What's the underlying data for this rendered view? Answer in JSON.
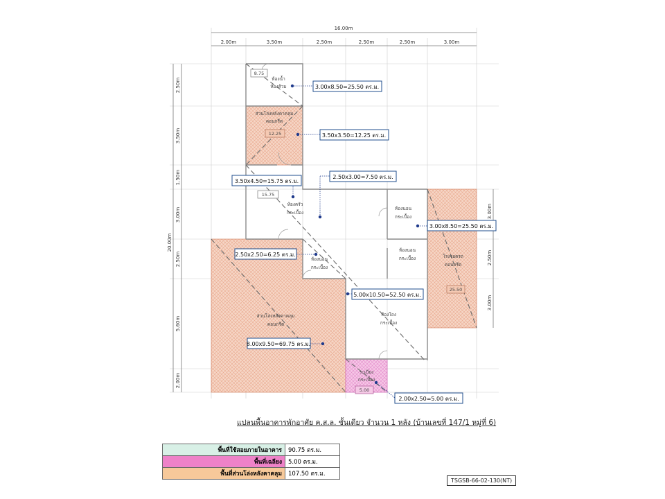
{
  "colors": {
    "grid": "#c9c9c9",
    "wall": "#8a8a8a",
    "hatch_orange": "#f3c7b2",
    "hatch_pink": "#f2a4d6",
    "box_border": "#1f4e8c",
    "dot": "#1f3a8c",
    "summary_green": "#d8f0e6",
    "summary_pink": "#ee82c8",
    "summary_orange": "#f7c99a"
  },
  "dimensions": {
    "total_width": "16.00m",
    "top": [
      "2.00m",
      "3.50m",
      "2.50m",
      "2.50m",
      "2.50m",
      "3.00m"
    ],
    "total_height": "20.00m",
    "left": [
      "2.50m",
      "3.50m",
      "1.50m",
      "3.00m",
      "2.50m",
      "5.60m",
      "2.00m"
    ],
    "right": [
      "3.00m",
      "2.50m",
      "3.00m"
    ]
  },
  "rooms": {
    "bathroom": [
      "ห้องน้ำ",
      "ห้องส้วม"
    ],
    "roof_small": [
      "ส่วนโล่งหลังคาคลุม",
      "คอนกรีต"
    ],
    "bed1": [
      "ห้องครัว",
      "กระเบื้อง"
    ],
    "bed2": [
      "ห้องนอน",
      "กระเบื้อง"
    ],
    "bed3": [
      "ห้องนอน",
      "กระเบื้อง"
    ],
    "bed4": [
      "ห้องนอน",
      "กระเบื้อง"
    ],
    "roof_right": [
      "โรงจอดรถ",
      "คอนกรีต"
    ],
    "roof_big": [
      "ส่วนโล่งหลังคาคลุม",
      "คอนกรีต"
    ],
    "living": [
      "ห้องโถง",
      "กระเบื้อง"
    ],
    "terrace": [
      "ระเบียง",
      "กระเบื้อง"
    ]
  },
  "area_tags": {
    "t1": "8.75",
    "t2": "12.25",
    "t3": "15.75",
    "t4": "25.50",
    "t5": "5.00"
  },
  "calcs": {
    "c1": "3.00x8.50=25.50 ตร.ม.",
    "c2": "3.50x3.50=12.25 ตร.ม.",
    "c3": "2.50x3.00=7.50 ตร.ม.",
    "c4": "3.50x4.50=15.75 ตร.ม.",
    "c5": "3.00x8.50=25.50 ตร.ม.",
    "c6": "2.50x2.50=6.25 ตร.ม.",
    "c7": "5.00x10.50=52.50 ตร.ม.",
    "c8": "8.00x9.50=69.75 ตร.ม.",
    "c9": "2.00x2.50=5.00 ตร.ม."
  },
  "title": "แปลนพื้นอาคารพักอาศัย ค.ส.ล. ชั้นเดียว จำนวน 1 หลัง (บ้านเลขที่ 147/1 หมู่ที่ 6)",
  "summary": [
    {
      "label": "พื้นที่ใช้สอยภายในอาคาร",
      "value": "90.75 ตร.ม.",
      "color": "#d8f0e6"
    },
    {
      "label": "พื้นที่เฉลียง",
      "value": "5.00 ตร.ม.",
      "color": "#ee82c8"
    },
    {
      "label": "พื้นที่ส่วนโล่งหลังคาคลุม",
      "value": "107.50 ตร.ม.",
      "color": "#f7c99a"
    }
  ],
  "code": "TSGSB-66-02-130(NT)"
}
